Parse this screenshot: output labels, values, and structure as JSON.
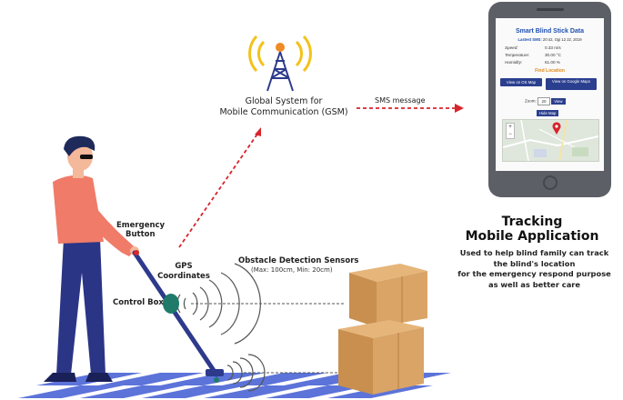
{
  "gsm": {
    "line1": "Global System for",
    "line2": "Mobile Communication (GSM)"
  },
  "sms_label": "SMS message",
  "obstacle": {
    "title": "Obstacle Detection Sensors",
    "subtitle": "(Max: 100cm, Min: 20cm)"
  },
  "stick_labels": {
    "emergency_line1": "Emergency",
    "emergency_line2": "Button",
    "gps_line1": "GPS",
    "gps_line2": "Coordinates",
    "control_box": "Control Box"
  },
  "tracking": {
    "title_line1": "Tracking",
    "title_line2": "Mobile Application",
    "desc_line1": "Used to help blind family can track",
    "desc_line2": "the blind's location",
    "desc_line3": "for the emergency respond purpose",
    "desc_line4": "as well as better care"
  },
  "app": {
    "title": "Smart Blind Stick Data",
    "last_sms_label": "Lastest SMS:",
    "last_sms_time": "20:42, Ogi 12 22, 2019",
    "speed_label": "Speed:",
    "speed_value": "0.33  m/s",
    "temperature_label": "Temperature:",
    "temperature_value": "30.00  °C",
    "humidity_label": "Humidity:",
    "humidity_value": "61.00  %",
    "find_location": "Find Location",
    "btn_os_map": "View on OS Map",
    "btn_google": "View on Google Maps",
    "zoom_label": "Zoom:",
    "zoom_value": "20",
    "zoom_view": "View",
    "hide_map": "Hide Map",
    "map_plus": "+",
    "map_minus": "−"
  },
  "colors": {
    "accent_red": "#d8242c",
    "tower_orange": "#f08a24",
    "signal_yellow": "#f3c21a",
    "stick_blue": "#2d3a8c",
    "control_box_green": "#1f7a6a",
    "shirt_salmon": "#ef7b68",
    "pants_navy": "#2b3586",
    "hair_navy": "#1d2a5a",
    "box_tan": "#d9a466",
    "crosswalk_blue": "#5c73d9",
    "phone_gray": "#5c5f66",
    "app_blue": "#1f4fb0"
  }
}
